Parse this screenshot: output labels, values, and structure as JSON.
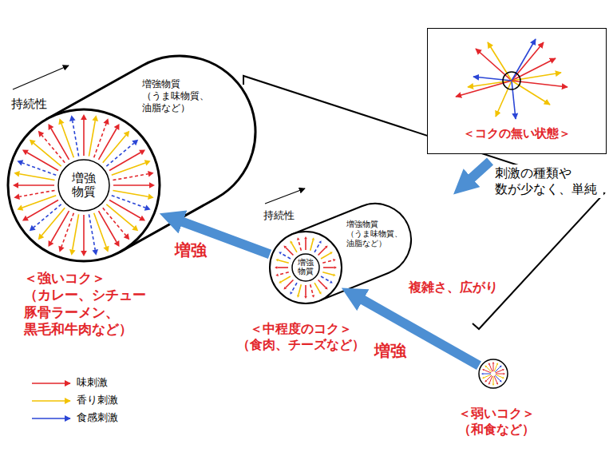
{
  "diagram": {
    "nodes": [
      {
        "text": [
          "＜コクの無い状態＞"
        ]
      },
      {
        "text": [
          "増強物質 （うま味物質、 油脂など）",
          "＜強いコク＞ （カレー、シチュー 豚骨ラーメン、 黒毛和牛肉など）"
        ]
      },
      {
        "text": [
          "増強 物質"
        ],
        "in": 1
      },
      {
        "text": [
          "増強物質 （うま味物質、 油脂など）",
          "＜中程度のコク＞ （食肉、チーズなど）"
        ]
      },
      {
        "text": [
          "増強 物質"
        ],
        "in": 3
      },
      {
        "text": [
          "＜弱いコク＞ （和食など）"
        ]
      }
    ],
    "edges": [
      {
        "from": 5,
        "to": 3,
        "label": "増強",
        "arrow": "to"
      },
      {
        "from": 3,
        "to": 1,
        "label": "増強",
        "arrow": "to"
      }
    ],
    "labels": [
      "持続性",
      "刺激の種類や 数が少なく、単純",
      "持続性",
      "複雑さ、広がり"
    ],
    "legend": [
      {
        "text": "味刺激"
      },
      {
        "text": "香り刺激"
      },
      {
        "text": "食感刺激"
      }
    ]
  }
}
